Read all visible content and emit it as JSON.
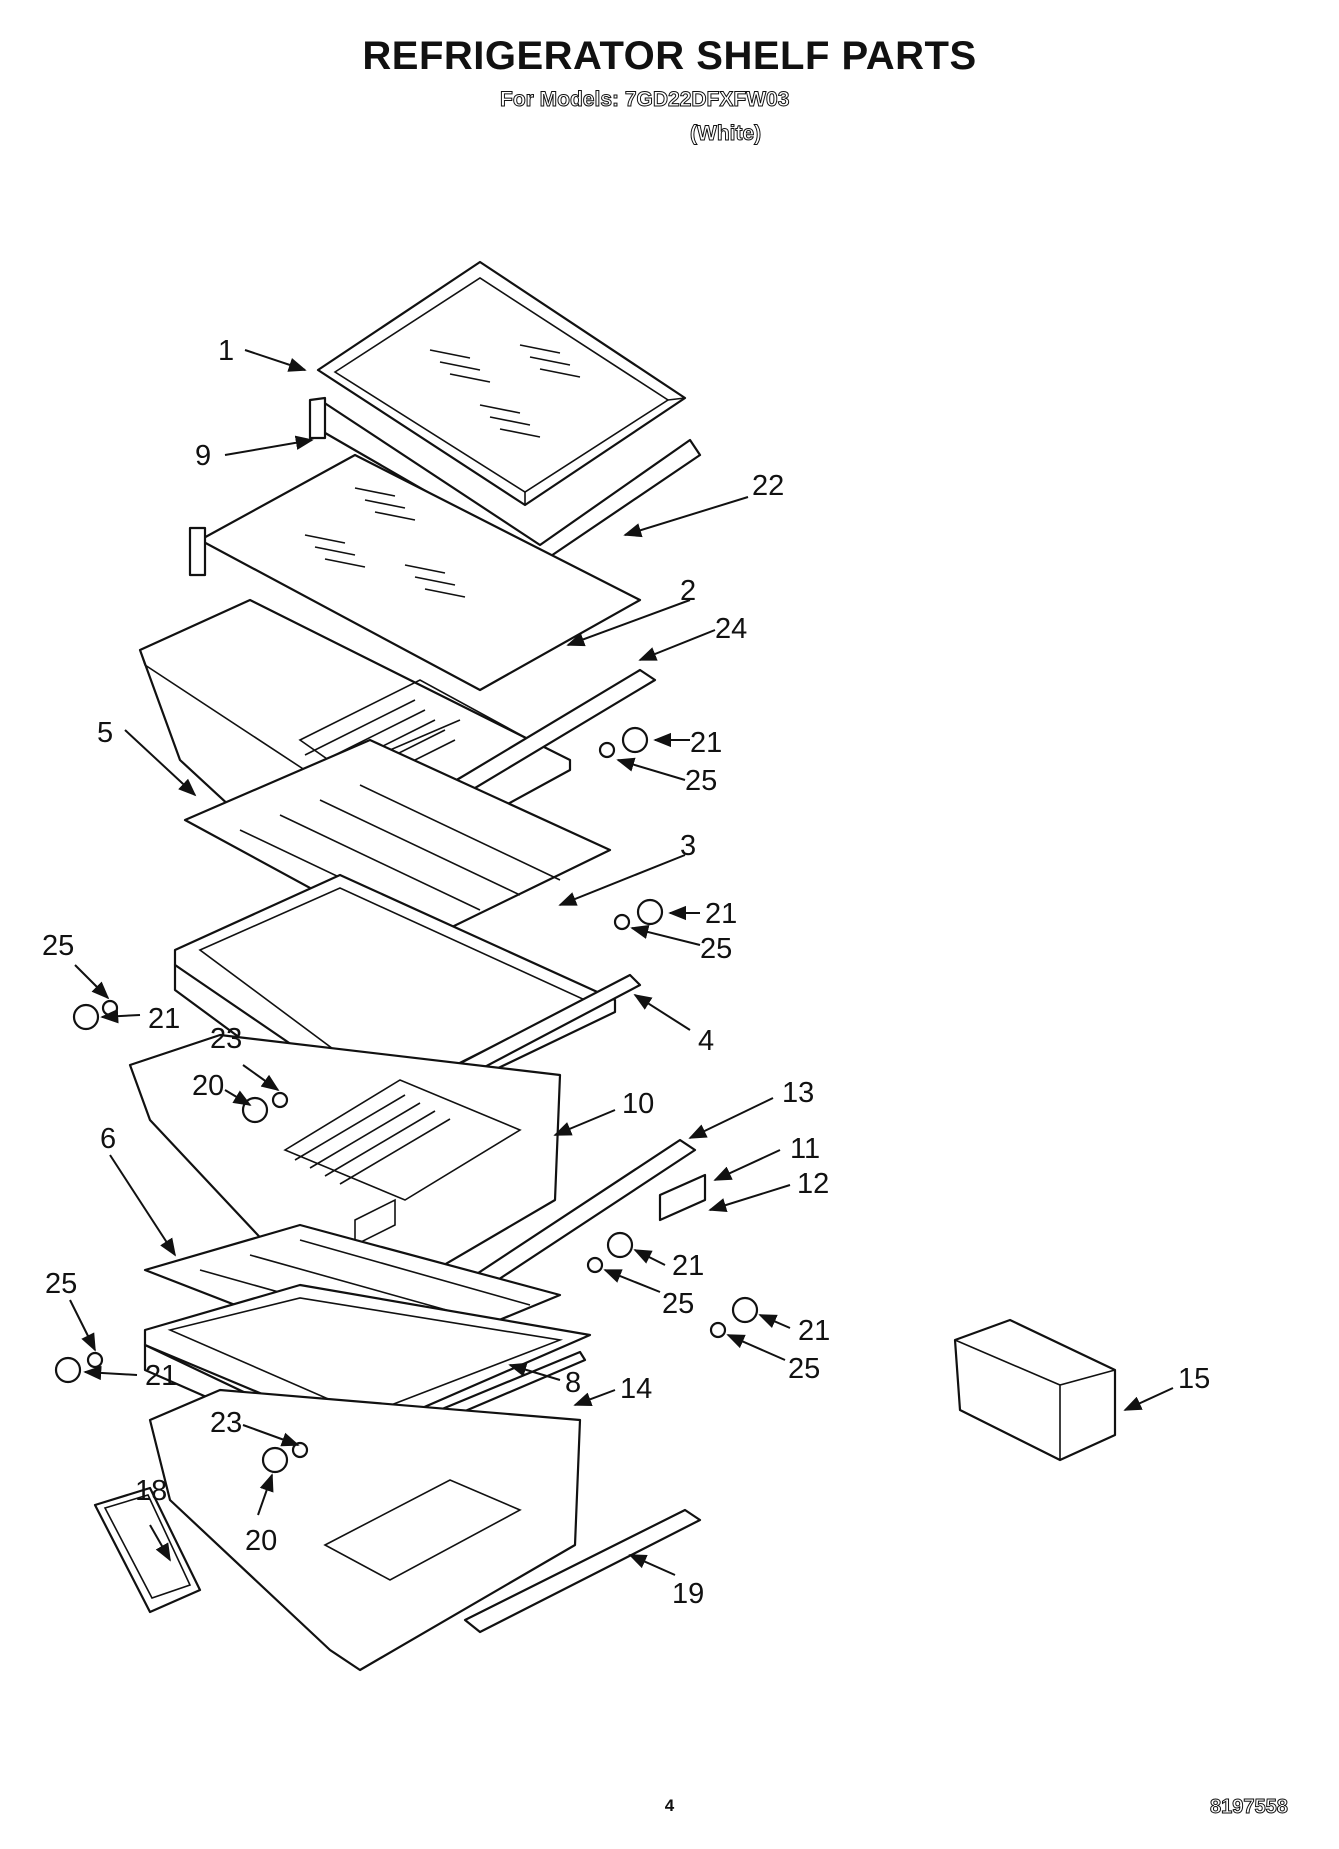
{
  "header": {
    "title": "REFRIGERATOR SHELF PARTS",
    "models": "For Models: 7GD22DFXFW03",
    "color": "(White)"
  },
  "footer": {
    "page_number": "4",
    "document_number": "8197558"
  },
  "callouts": [
    "1",
    "9",
    "22",
    "2",
    "24",
    "5",
    "21",
    "25",
    "3",
    "21",
    "25",
    "25",
    "21",
    "4",
    "23",
    "20",
    "10",
    "13",
    "6",
    "11",
    "12",
    "21",
    "25",
    "25",
    "21",
    "21",
    "25",
    "8",
    "14",
    "15",
    "23",
    "18",
    "20",
    "19"
  ]
}
